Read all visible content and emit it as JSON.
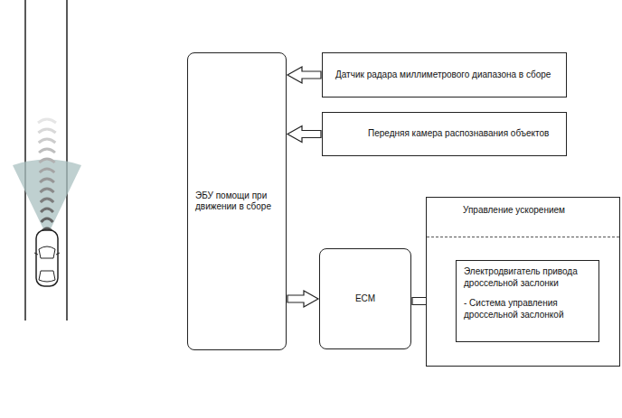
{
  "diagram": {
    "nodes": [
      {
        "text": [
          "ЭБУ помощи при движении в сборе"
        ]
      },
      {
        "text": [
          "Датчик радара миллиметрового диапазона в сборе"
        ]
      },
      {
        "text": [
          "Передняя камера распознавания объектов"
        ]
      },
      {
        "text": [
          "ECM"
        ]
      },
      {
        "text": [
          "Управление ускорением"
        ]
      },
      {
        "text": [
          "Электродвигатель привода дроссельной заслонки",
          "- Система управления дроссельной заслонкой"
        ],
        "in": 4
      }
    ],
    "edges": [
      {
        "from": 1,
        "to": 0,
        "arrow": "to"
      },
      {
        "from": 2,
        "to": 0,
        "arrow": "to"
      },
      {
        "from": 0,
        "to": 3,
        "arrow": "to"
      },
      {
        "from": 3,
        "to": 5,
        "arrow": "to"
      }
    ]
  }
}
